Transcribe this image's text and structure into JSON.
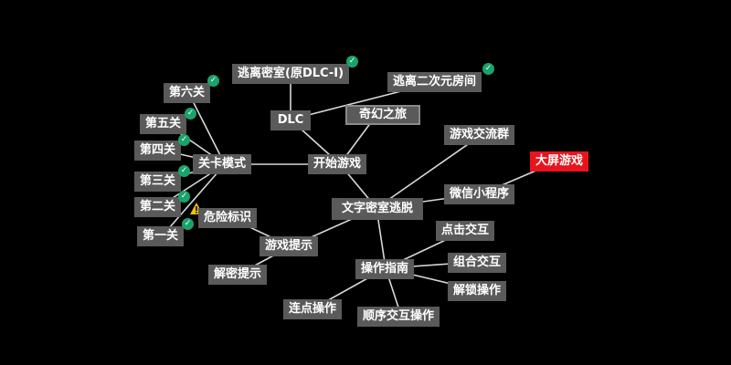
{
  "colors": {
    "background": "#000000",
    "node": "#5a5a5a",
    "edge": "#d8d8d8",
    "highlight": "#e8141c",
    "check": "#1aa36b",
    "warning": "#f2c200"
  },
  "nodes": {
    "root": "文字密室逃脱",
    "start": "开始游戏",
    "dlc": "DLC",
    "fantasy": "奇幻之旅",
    "escape_dlc": "逃离密室(原DLC-Ⅰ)",
    "escape_2d": "逃离二次元房间",
    "level_mode": "关卡模式",
    "lv6": "第六关",
    "lv5": "第五关",
    "lv4": "第四关",
    "lv3": "第三关",
    "lv2": "第二关",
    "lv1": "第一关",
    "danger": "危险标识",
    "hints": "游戏提示",
    "puzzle_hint": "解密提示",
    "group": "游戏交流群",
    "mini_program": "微信小程序",
    "big_screen": "大屏游戏",
    "guide": "操作指南",
    "click": "点击交互",
    "combo": "组合交互",
    "unlock": "解锁操作",
    "sequence": "顺序交互操作",
    "multi_click": "连点操作"
  }
}
